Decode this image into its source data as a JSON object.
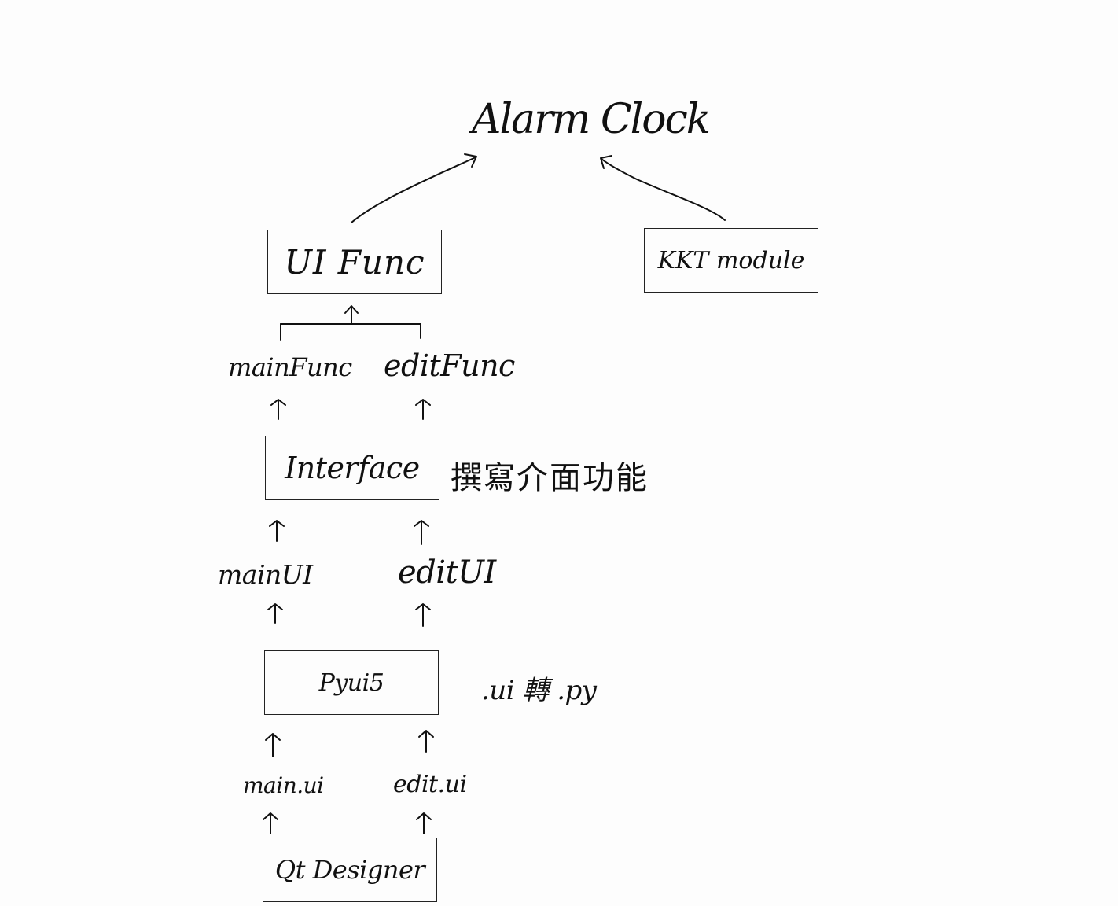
{
  "title": "Alarm Clock",
  "boxes": {
    "ui_func": "UI Func",
    "kkt_module": "KKT module",
    "interface": "Interface",
    "pyui5": "Pyui5",
    "qt_designer": "Qt Designer"
  },
  "labels": {
    "main_func": "mainFunc",
    "edit_func": "editFunc",
    "main_ui": "mainUI",
    "edit_ui": "editUI",
    "main_ui_file": "main.ui",
    "edit_ui_file": "edit.ui"
  },
  "notes": {
    "interface_note": "撰寫介面功能",
    "pyui5_note": ".ui 轉 .py"
  }
}
